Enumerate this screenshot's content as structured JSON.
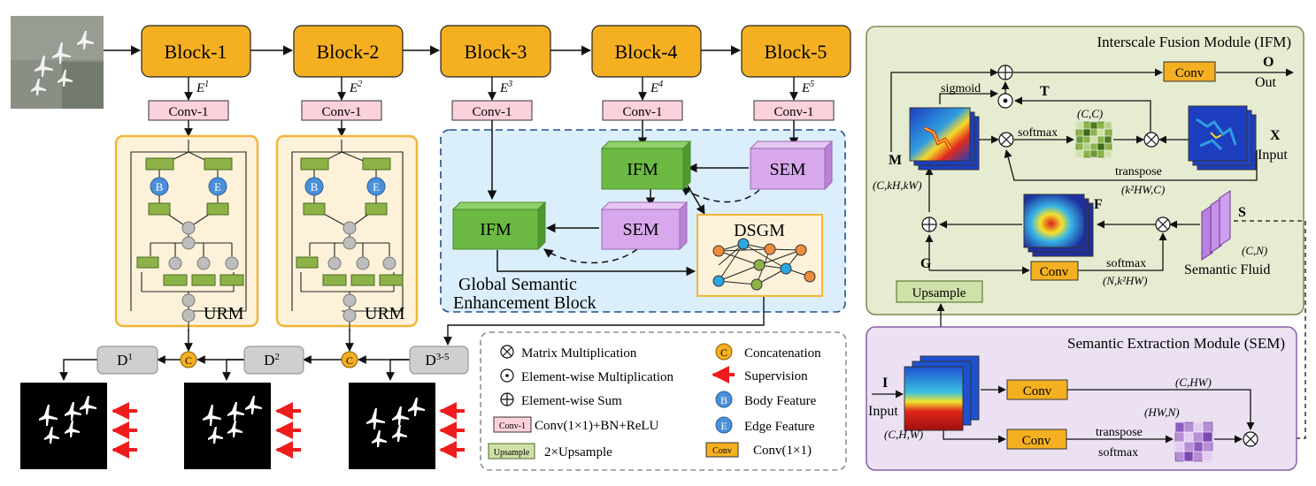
{
  "blocks": [
    "Block-1",
    "Block-2",
    "Block-3",
    "Block-4",
    "Block-5"
  ],
  "encoder_features": [
    "E",
    "E",
    "E",
    "E",
    "E"
  ],
  "encoder_superscripts": [
    "1",
    "2",
    "3",
    "4",
    "5"
  ],
  "conv1_label": "Conv-1",
  "urm": {
    "label": "URM",
    "body_badge": "B",
    "edge_badge": "E"
  },
  "gseb": {
    "ifm": "IFM",
    "sem": "SEM",
    "dsgm": "DSGM",
    "title_line1": "Global Semantic",
    "title_line2": "Enhancement Block"
  },
  "decoders": {
    "d": "D",
    "d1_sup": "1",
    "d2_sup": "2",
    "d35_sup": "3-5",
    "concat_symbol": "C"
  },
  "legend": {
    "matmul": "Matrix Multiplication",
    "elemmul": "Element-wise Multiplication",
    "elemsum": "Element-wise Sum",
    "conv1_box": "Conv-1",
    "conv1_desc": "Conv(1×1)+BN+ReLU",
    "upsample_box": "Upsample",
    "upsample_desc": "2×Upsample",
    "concat": "Concatenation",
    "supervision": "Supervision",
    "body": "Body Feature",
    "edge": "Edge Feature",
    "conv_box": "Conv",
    "conv_desc": "Conv(1×1)"
  },
  "ifm_panel": {
    "title": "Interscale Fusion Module (IFM)",
    "conv": "Conv",
    "O": "O",
    "out": "Out",
    "sigmoid": "sigmoid",
    "T": "T",
    "cc": "(C,C)",
    "softmax": "softmax",
    "X": "X",
    "input": "Input",
    "M": "M",
    "ckhkw": "(C,kH,kW)",
    "transpose": "transpose",
    "k2hwc": "(k²HW,C)",
    "F": "F",
    "S": "S",
    "cn": "(C,N)",
    "G": "G",
    "nk2hw": "(N,k²HW)",
    "upsample": "Upsample",
    "semantic_fluid": "Semantic Fluid"
  },
  "sem_panel": {
    "title": "Semantic Extraction Module (SEM)",
    "I": "I",
    "input": "Input",
    "chw": "(C,H,W)",
    "conv": "Conv",
    "c_hw": "(C,HW)",
    "hwn": "(HW,N)",
    "transpose": "transpose",
    "softmax": "softmax"
  },
  "colors": {
    "block": "#f5b021",
    "conv1": "#fbd1dc",
    "urm_bg": "#fdf2d9",
    "urm_border": "#f2b53a",
    "rect_green": "#8db348",
    "gseb_bg": "#dbeefb",
    "ifm_green": "#6cb944",
    "sem_purple": "#d8a8ec",
    "ifm_panel": "#e6ecd1",
    "sem_panel": "#ece1f3",
    "conv_orange": "#f5b021",
    "arrow_red": "#ee1c1c",
    "badge_blue": "#4a90d9"
  }
}
